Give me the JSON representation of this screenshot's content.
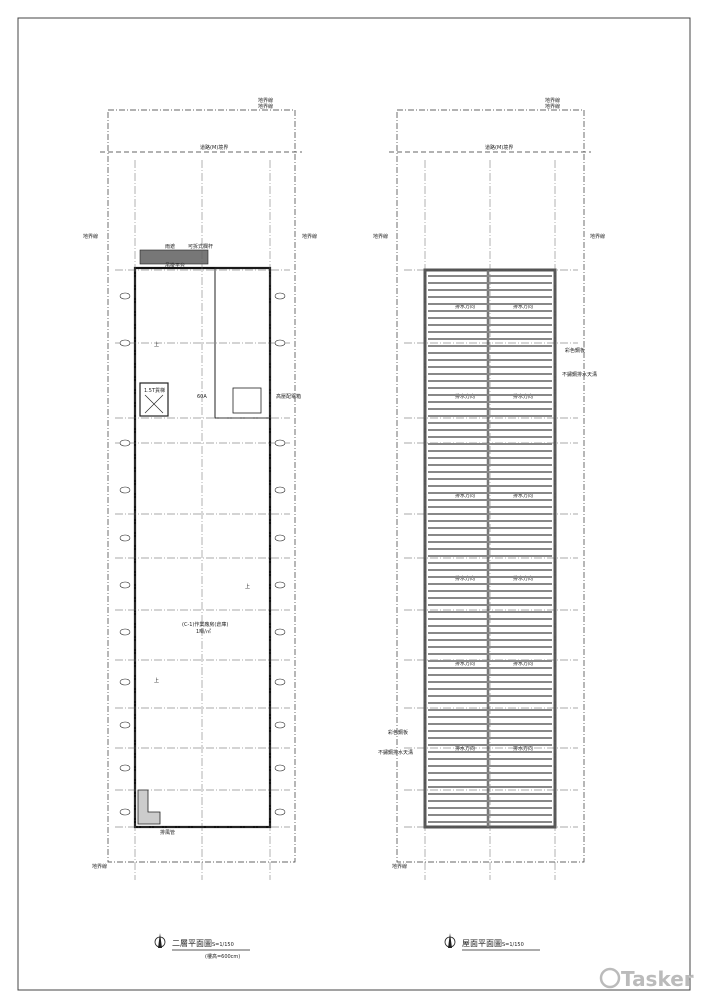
{
  "sheet": {
    "left_plan": {
      "title": "二層平面圖",
      "scale": "S=1/150",
      "note": "(樓高=600cm)",
      "labels": {
        "boundary_top": "地界線",
        "boundary_top2": "地界線",
        "road": "道路(M)境界",
        "boundary_left": "地界線",
        "boundary_right": "地界線",
        "boundary_bottom": "地界線",
        "canopy": "雨遮",
        "railing": "可拆式欄杆",
        "platform": "吊掛平台",
        "elevator": "1.5T貨梯",
        "amp": "60A",
        "panel": "高壓配電箱",
        "room": "(C-1)作業廠房(倉庫)",
        "load": "1噸/㎡",
        "duct": "排風管",
        "up": "上"
      }
    },
    "right_plan": {
      "title": "屋面平面圖",
      "scale": "S=1/150",
      "labels": {
        "boundary_top": "地界線",
        "boundary_top2": "地界線",
        "road": "道路(M)境界",
        "boundary_left": "地界線",
        "boundary_right": "地界線",
        "boundary_bottom": "地界線",
        "steel_sheet_right": "彩色鋼板",
        "gutter_right": "不鏽鋼排水天溝",
        "steel_sheet_left": "彩色鋼板",
        "gutter_left": "不鏽鋼排水天溝",
        "drain": "排水方向"
      }
    },
    "watermark": "Tasker"
  }
}
